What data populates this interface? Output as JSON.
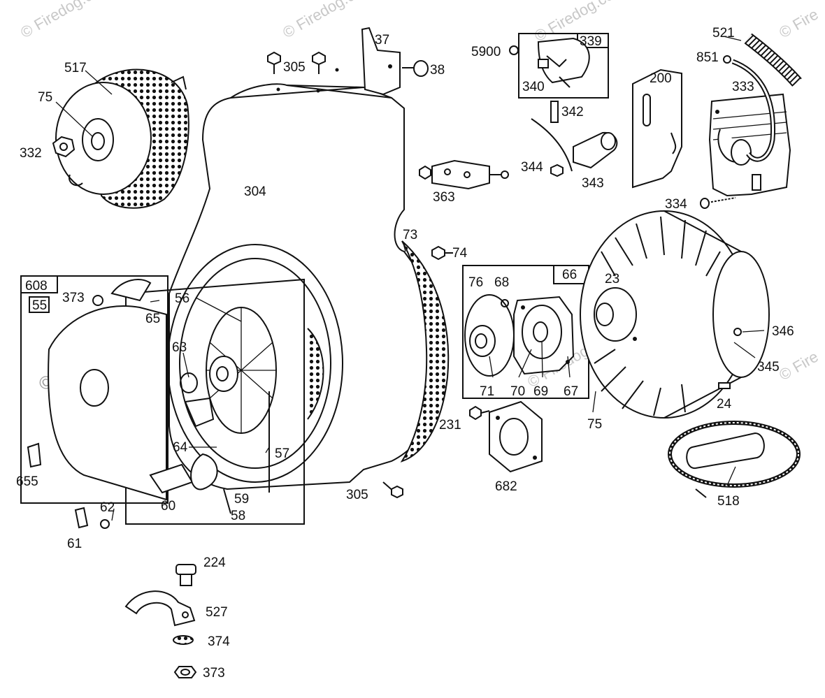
{
  "watermark": {
    "text": "© Firedog.com",
    "corner_text": "© Fire"
  },
  "part_labels": {
    "p517": "517",
    "p75a": "75",
    "p332": "332",
    "p304": "304",
    "p305a": "305",
    "p37": "37",
    "p38": "38",
    "p5900": "5900",
    "p339": "339",
    "p340": "340",
    "p342": "342",
    "p344": "344",
    "p343": "343",
    "p363": "363",
    "p200": "200",
    "p521": "521",
    "p851": "851",
    "p333": "333",
    "p334": "334",
    "p73": "73",
    "p74": "74",
    "p66": "66",
    "p76": "76",
    "p68": "68",
    "p23": "23",
    "p346": "346",
    "p345": "345",
    "p71": "71",
    "p70": "70",
    "p69": "69",
    "p67": "67",
    "p75b": "75",
    "p24": "24",
    "p608": "608",
    "p55": "55",
    "p373a": "373",
    "p65": "65",
    "p56": "56",
    "p63": "63",
    "p64": "64",
    "p57": "57",
    "p60": "60",
    "p59": "59",
    "p58": "58",
    "p655": "655",
    "p62": "62",
    "p61": "61",
    "p231": "231",
    "p682": "682",
    "p305b": "305",
    "p518": "518",
    "p224": "224",
    "p527": "527",
    "p374": "374",
    "p373b": "373"
  },
  "parts": [
    {
      "id": "517",
      "icon": "blower-screen-icon"
    },
    {
      "id": "75",
      "icon": "pulley-icon"
    },
    {
      "id": "332",
      "icon": "nut-icon"
    },
    {
      "id": "304",
      "icon": "blower-housing-icon"
    },
    {
      "id": "305",
      "icon": "screw-icon"
    },
    {
      "id": "37",
      "icon": "bracket-icon"
    },
    {
      "id": "38",
      "icon": "screw-icon"
    },
    {
      "id": "339",
      "icon": "breaker-assembly-icon"
    },
    {
      "id": "363",
      "icon": "terminal-block-icon"
    },
    {
      "id": "200",
      "icon": "plate-icon"
    },
    {
      "id": "333",
      "icon": "armature-icon"
    },
    {
      "id": "521",
      "icon": "spark-plug-wire-icon"
    },
    {
      "id": "23",
      "icon": "flywheel-icon"
    },
    {
      "id": "66",
      "icon": "starter-clutch-icon"
    },
    {
      "id": "608",
      "icon": "rewind-starter-icon"
    },
    {
      "id": "682",
      "icon": "gasket-icon"
    },
    {
      "id": "518",
      "icon": "starter-rope-icon"
    },
    {
      "id": "224",
      "icon": "bolt-icon"
    },
    {
      "id": "527",
      "icon": "clamp-icon"
    },
    {
      "id": "374",
      "icon": "lock-washer-icon"
    },
    {
      "id": "373",
      "icon": "hex-nut-icon"
    }
  ]
}
